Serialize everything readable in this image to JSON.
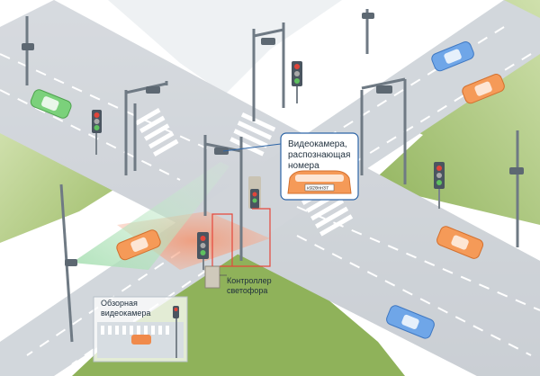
{
  "labels": {
    "plate_camera_line1": "Видеокамера,",
    "plate_camera_line2": "распознающая",
    "plate_camera_line3": "номера",
    "controller_line1": "Контроллер",
    "controller_line2": "светофора",
    "overview_line1": "Обзорная",
    "overview_line2": "видеокамера",
    "plate_number": "к920нн37"
  },
  "colors": {
    "grass": "#8fb25a",
    "grass_light": "#c8dc9e",
    "road": "#c9ced3",
    "zone_red": "#f2a07e",
    "zone_green": "#b8e2bf",
    "callout_border": "#2c64a6",
    "controller_wire": "#e5473b"
  },
  "icons": [
    "traffic-light-icon",
    "gantry-camera-icon",
    "street-camera-icon",
    "car-icon",
    "controller-box-icon"
  ]
}
